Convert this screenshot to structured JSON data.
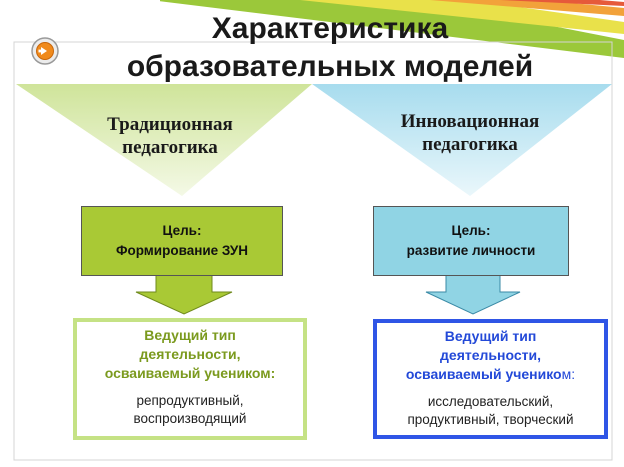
{
  "title": {
    "line1": "Характеристика",
    "line2": "образовательных моделей"
  },
  "colors": {
    "green_accent": "#a9c935",
    "blue_accent": "#90d4e4",
    "blue_border": "#2f55e6",
    "green_border": "#c5e285"
  },
  "nav": {
    "icon": "arrow-right-icon"
  },
  "traditional": {
    "heading_line1": "Традиционная",
    "heading_line2": "педагогика",
    "goal_line1": "Цель:",
    "goal_line2": "Формирование ЗУН",
    "activity_line1": "Ведущий тип",
    "activity_line2": "деятельности,",
    "activity_line3": "осваиваемый учеником:",
    "detail_line1": "репродуктивный,",
    "detail_line2": "воспроизводящий"
  },
  "innovative": {
    "heading_line1": "Инновационная",
    "heading_line2": "педагогика",
    "goal_line1": "Цель:",
    "goal_line2": "развитие личности",
    "activity_line1": "Ведущий тип",
    "activity_line2": "деятельности,",
    "activity_line3": "осваиваемый ученико",
    "activity_line3_tail": "м:",
    "detail_line1": "исследовательский,",
    "detail_line2": "продуктивный, творческий"
  }
}
